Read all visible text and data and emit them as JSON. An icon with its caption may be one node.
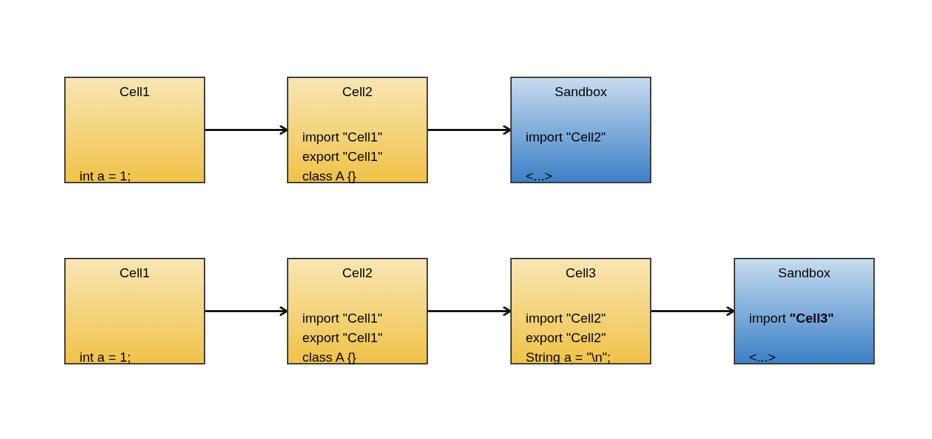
{
  "diagram": {
    "nodes": [
      {
        "text": [
          "Cell1",
          "int a = 1;"
        ]
      },
      {
        "text": [
          "Cell2",
          "import \"Cell1\"",
          "export \"Cell1\"",
          "class A {}"
        ]
      },
      {
        "text": [
          "Sandbox",
          "import \"Cell2\"",
          "<...>"
        ]
      },
      {
        "text": [
          "Cell1",
          "int a = 1;"
        ]
      },
      {
        "text": [
          "Cell2",
          "import \"Cell1\"",
          "export \"Cell1\"",
          "class A {}"
        ]
      },
      {
        "text": [
          "Cell3",
          "import \"Cell2\"",
          "export \"Cell2\"",
          "String a = \"\\n\";"
        ]
      },
      {
        "text": [
          "Sandbox",
          "import **\"Cell3\"**",
          "<...>"
        ]
      }
    ],
    "edges": [
      {
        "from": 0,
        "to": 1,
        "arrow": "to"
      },
      {
        "from": 1,
        "to": 2,
        "arrow": "to"
      },
      {
        "from": 3,
        "to": 4,
        "arrow": "to"
      },
      {
        "from": 4,
        "to": 5,
        "arrow": "to"
      },
      {
        "from": 5,
        "to": 6,
        "arrow": "to"
      }
    ]
  }
}
